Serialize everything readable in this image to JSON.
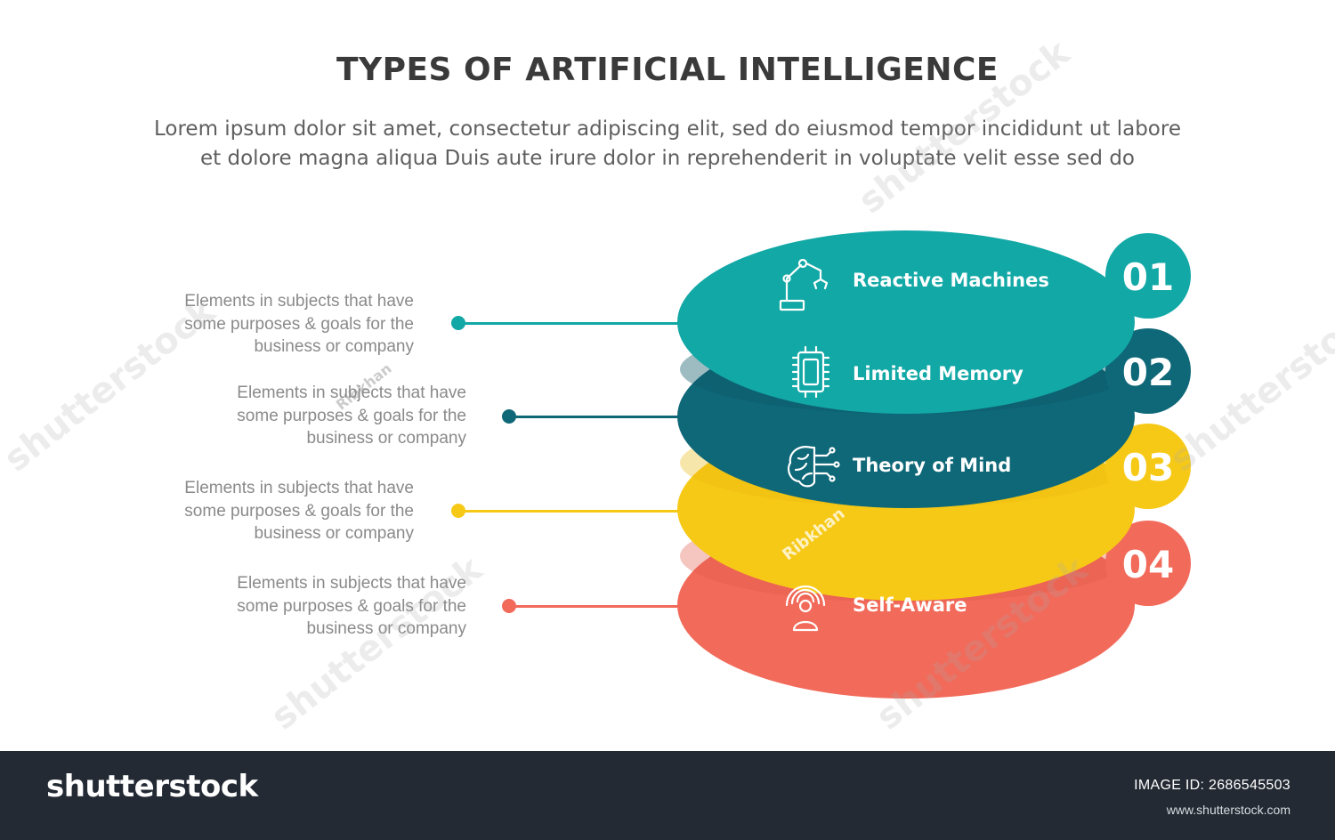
{
  "title": "TYPES OF ARTIFICIAL INTELLIGENCE",
  "subtitle_line1": "Lorem ipsum dolor sit amet, consectetur adipiscing elit, sed do eiusmod tempor incididunt ut labore",
  "subtitle_line2": "et dolore magna aliqua Duis aute irure dolor in reprehenderit in voluptate velit esse sed do",
  "items": [
    {
      "number": "01",
      "label": "Reactive Machines",
      "icon": "robot-arm-icon",
      "color": "#12a8a6",
      "desc": [
        "Elements in subjects that have",
        "some purposes & goals for the",
        "business or company"
      ]
    },
    {
      "number": "02",
      "label": "Limited Memory",
      "icon": "chip-icon",
      "color": "#0f6878",
      "desc": [
        "Elements in subjects that have",
        "some purposes & goals for the",
        "business or company"
      ]
    },
    {
      "number": "03",
      "label": "Theory of Mind",
      "icon": "brain-circuit-icon",
      "color": "#f7c917",
      "desc": [
        "Elements in subjects that have",
        "some purposes & goals for the",
        "business or company"
      ]
    },
    {
      "number": "04",
      "label": "Self-Aware",
      "icon": "person-signal-icon",
      "color": "#f26a5a",
      "desc": [
        "Elements in subjects that have",
        "some purposes & goals for the",
        "business or company"
      ]
    }
  ],
  "footer": {
    "brand": "shutterstock",
    "image_id": "IMAGE ID: 2686545503",
    "url": "www.shutterstock.com"
  },
  "watermark": "shutterstock",
  "watermark_author": "Ribkhan"
}
